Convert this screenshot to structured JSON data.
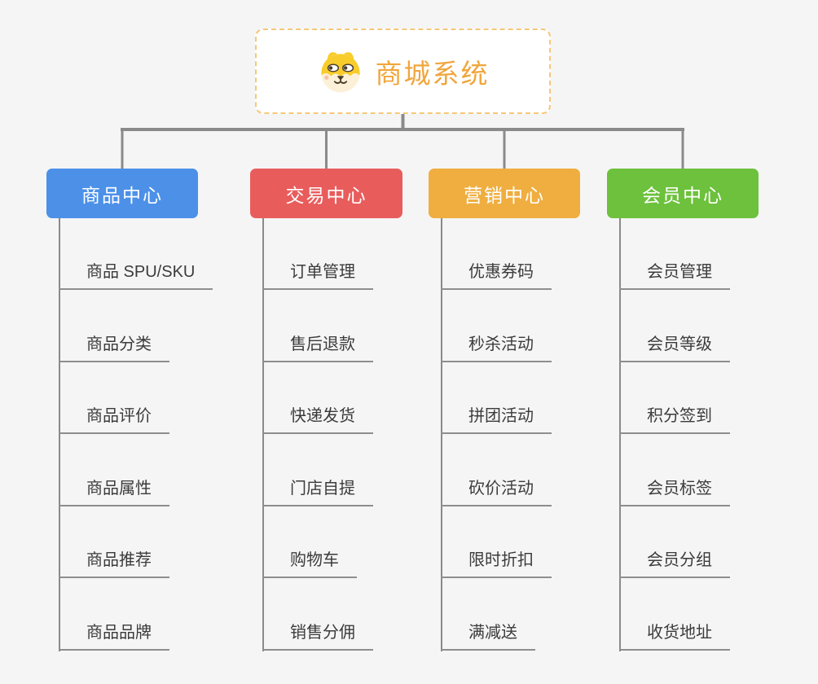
{
  "root": {
    "title": "商城系统",
    "icon": "shiba-dog-face-icon",
    "title_color": "#F0A63C",
    "border_color": "#F5C878"
  },
  "colors": {
    "background": "#F5F5F6",
    "connector": "#8A8A8A",
    "underline": "#8E8E8E",
    "item_text": "#3B3B3B",
    "branch_label_text": "#FFFFFF"
  },
  "branches": [
    {
      "label": "商品中心",
      "color": "#4C90E8",
      "items": [
        "商品 SPU/SKU",
        "商品分类",
        "商品评价",
        "商品属性",
        "商品推荐",
        "商品品牌"
      ]
    },
    {
      "label": "交易中心",
      "color": "#E95C5C",
      "items": [
        "订单管理",
        "售后退款",
        "快递发货",
        "门店自提",
        "购物车",
        "销售分佣"
      ]
    },
    {
      "label": "营销中心",
      "color": "#EFAE3F",
      "items": [
        "优惠券码",
        "秒杀活动",
        "拼团活动",
        "砍价活动",
        "限时折扣",
        "满减送"
      ]
    },
    {
      "label": "会员中心",
      "color": "#6DC13C",
      "items": [
        "会员管理",
        "会员等级",
        "积分签到",
        "会员标签",
        "会员分组",
        "收货地址"
      ]
    }
  ]
}
